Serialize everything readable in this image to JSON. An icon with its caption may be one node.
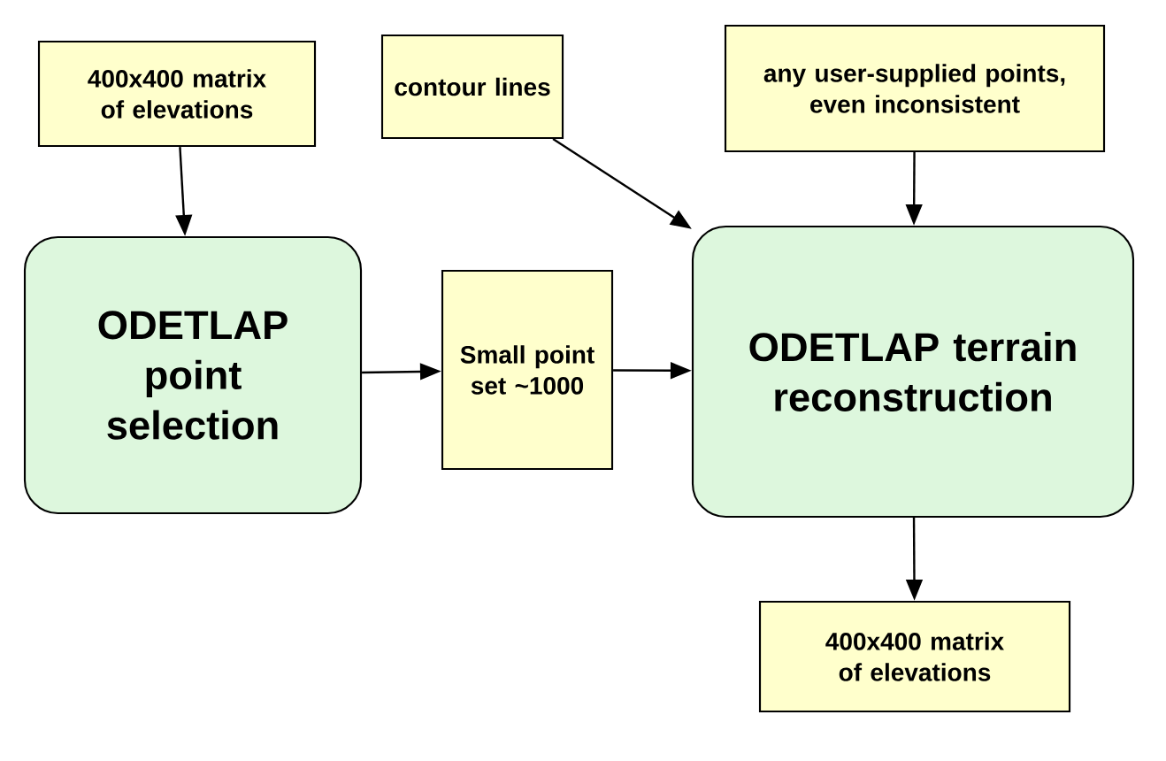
{
  "diagram": {
    "nodes": [
      {
        "text": [
          "400x400 matrix of elevations"
        ]
      },
      {
        "text": [
          "ODETLAP point selection"
        ]
      },
      {
        "text": [
          "Small point set ~1000"
        ]
      },
      {
        "text": [
          "contour lines"
        ]
      },
      {
        "text": [
          "any user-supplied points, even inconsistent"
        ]
      },
      {
        "text": [
          "ODETLAP terrain reconstruction"
        ]
      },
      {
        "text": [
          "400x400 matrix of elevations"
        ]
      }
    ],
    "edges": [
      {
        "from": 0,
        "to": 1,
        "arrow": "to"
      },
      {
        "from": 1,
        "to": 2,
        "arrow": "to"
      },
      {
        "from": 2,
        "to": 5,
        "arrow": "to"
      },
      {
        "from": 3,
        "to": 5,
        "arrow": "to"
      },
      {
        "from": 4,
        "to": 5,
        "arrow": "to"
      },
      {
        "from": 5,
        "to": 6,
        "arrow": "to"
      }
    ]
  }
}
